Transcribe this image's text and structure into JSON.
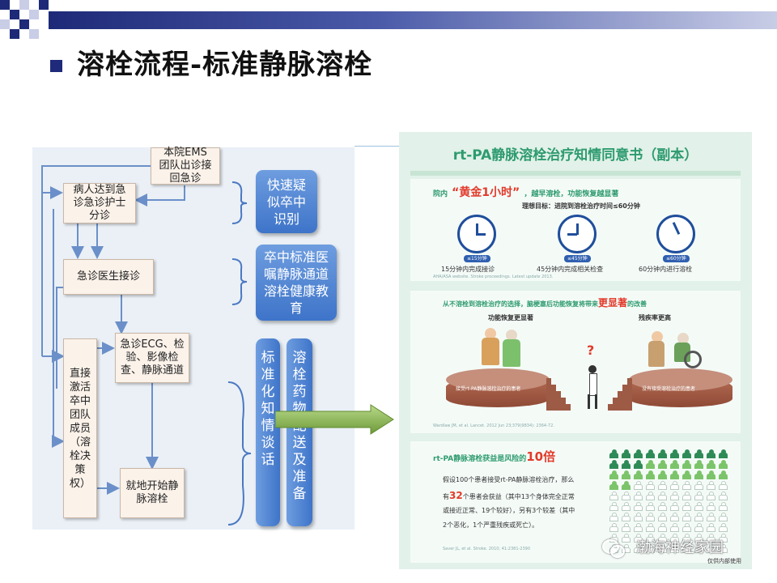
{
  "slide": {
    "title": "溶栓流程-标准静脉溶栓",
    "colors": {
      "title_bullet": "#1f2a7a",
      "pill_blue": "#3e74c9",
      "flow_box": "#fbf2ea",
      "doc_green": "#2e9b6f",
      "doc_red": "#e23a2a"
    }
  },
  "flowchart": {
    "box_ems": "本院EMS团队出诊接回急诊",
    "box_arrive": "病人达到急诊急诊护士分诊",
    "box_doctor": "急诊医生接诊",
    "box_ecg": "急诊ECG、检验、影像检查、静脉通道",
    "box_team": "直接激活卒中团队成员（溶栓决策权）",
    "box_start": "就地开始静脉溶栓",
    "pill_identify": "快速疑似卒中识别",
    "pill_standard": "卒中标准医嘱静脉通道溶栓健康教育",
    "pill_consent": "标准化知情谈话",
    "pill_drug": "溶栓药物配送及准备"
  },
  "consent_doc": {
    "title": "rt-PA静脉溶栓治疗知情同意书（副本）",
    "s1_prefix": "院内",
    "s1_highlight": "“黄金1小时”",
    "s1_suffix": "，越早溶栓，功能恢复越显著",
    "s1_goal": "理想目标：进院到溶栓治疗时间≤60分钟",
    "clocks": [
      {
        "tag": "≤15分钟",
        "label": "15分钟内完成接诊"
      },
      {
        "tag": "≤45分钟",
        "label": "45分钟内完成相关检查"
      },
      {
        "tag": "≤60分钟",
        "label": "60分钟内进行溶栓"
      }
    ],
    "s1_source": "AHA/ASA website. Stroke proceedings. Latest update 2013.",
    "s2_text_a": "从不溶栓到溶栓治疗的选择，脑梗塞后功能恢复将带来",
    "s2_highlight": "更显著",
    "s2_text_b": "的改善",
    "s2_left_label": "功能恢复更显著",
    "s2_right_label": "残疾率更高",
    "s2_left_platform": "接受rt-PA静脉溶栓治疗的患者",
    "s2_right_platform": "没有接受溶栓治疗的患者",
    "s2_question": "?",
    "s2_source": "Wardlaw JM, et al. Lancet. 2012 Jun 23;379(9834): 2364-72.",
    "s3_title_a": "rt-PA静脉溶栓获益是风险的",
    "s3_title_highlight": "10倍",
    "s3_line1": "假设100个患者接受rt-PA静脉溶栓治疗，那么",
    "s3_line2_a": "有",
    "s3_line2_num": "32",
    "s3_line2_b": "个患者会获益（其中13个身体完全正常",
    "s3_line3": "或接近正常、19个较好），另有3个较差（其中",
    "s3_line4": "2个恶化，1个严重残疾或死亡）。",
    "s3_source": "Saver JL, et al. Stroke. 2010; 41:2381-2390"
  },
  "watermark": {
    "text": "渤海神经家园",
    "subtext": "仅供内部使用"
  }
}
